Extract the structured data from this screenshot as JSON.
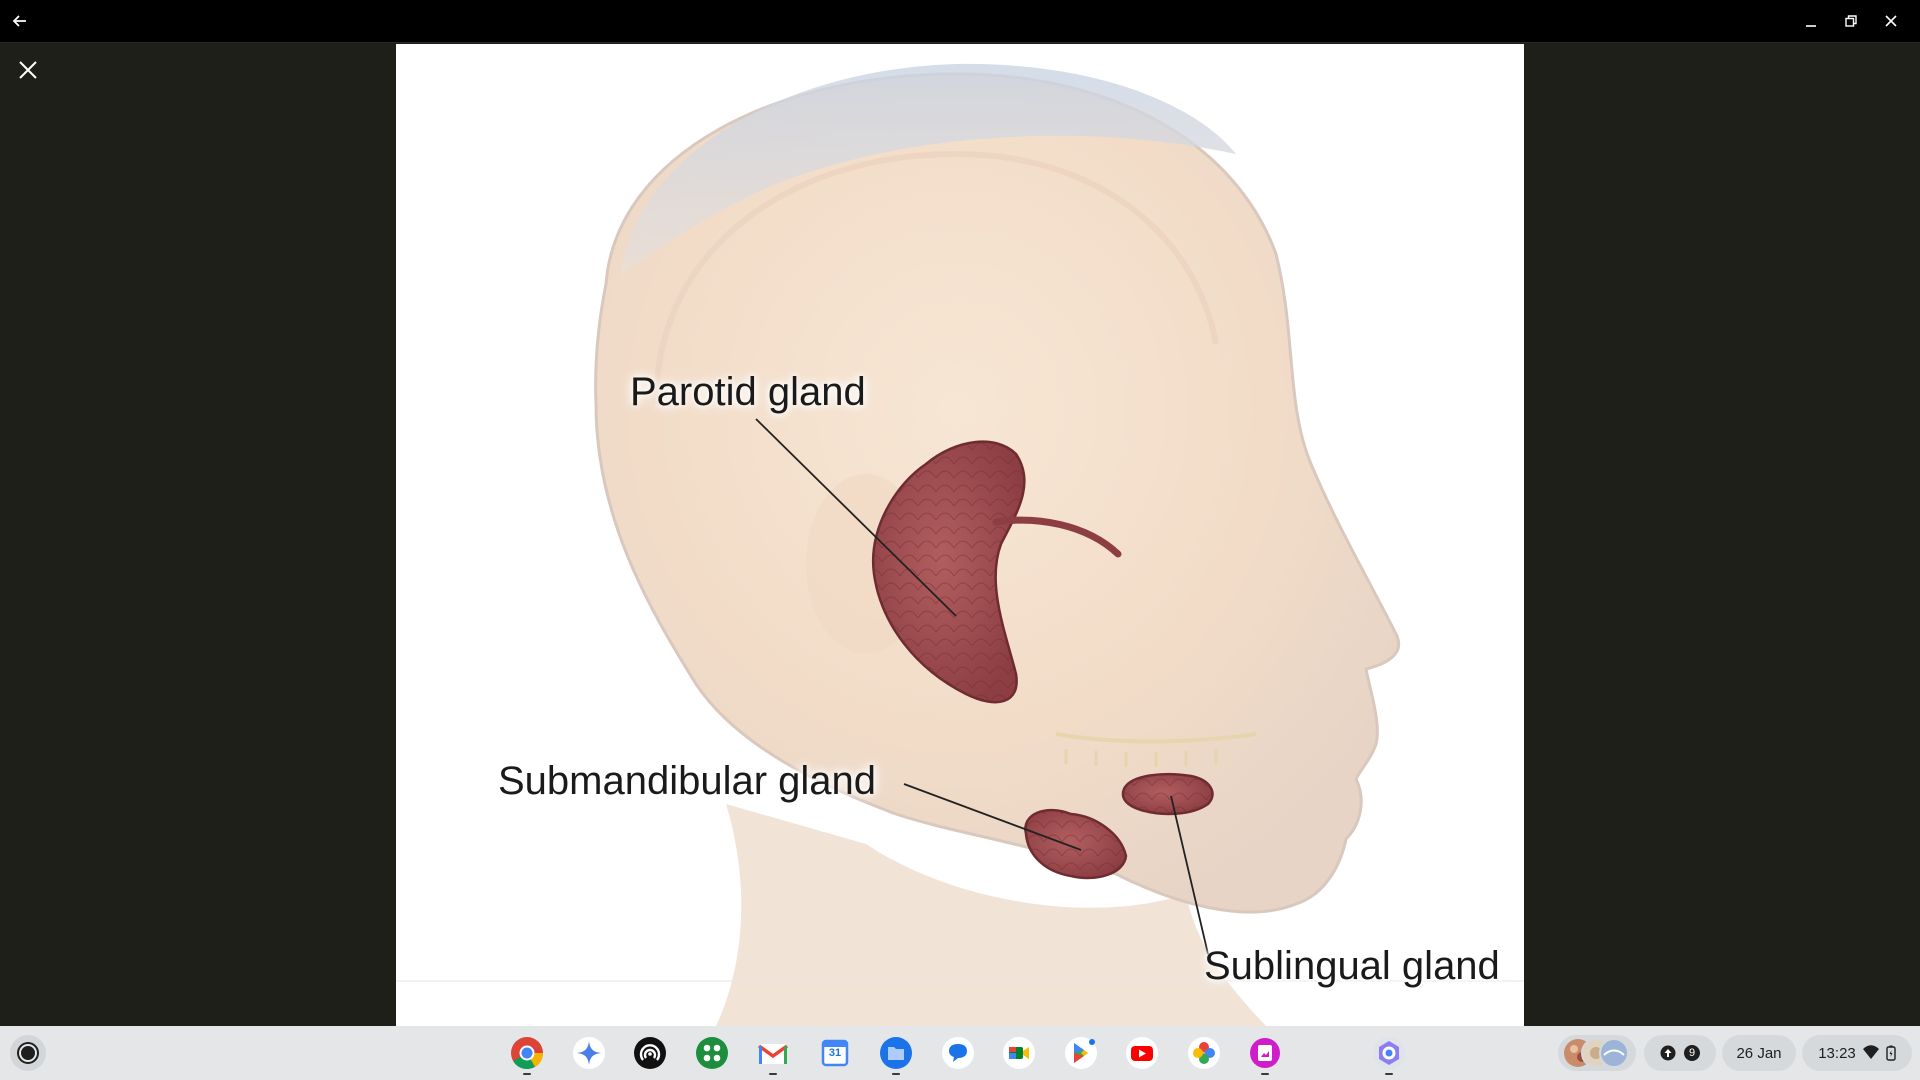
{
  "window": {
    "back_icon": "arrow-left-icon",
    "minimize_icon": "minimize-icon",
    "restore_icon": "restore-icon",
    "close_icon": "close-icon"
  },
  "viewer": {
    "close_icon": "close-icon"
  },
  "diagram": {
    "labels": {
      "parotid": "Parotid gland",
      "submandibular": "Submandibular gland",
      "sublingual": "Sublingual gland"
    },
    "colors": {
      "gland": "#9b4a4d",
      "skin": "#f3e1cf",
      "background": "#ffffff"
    }
  },
  "shelf": {
    "apps": [
      {
        "name": "chrome-icon",
        "running": true
      },
      {
        "name": "gemini-icon",
        "running": false
      },
      {
        "name": "podcasts-icon",
        "running": false
      },
      {
        "name": "app-grid-icon",
        "running": false
      },
      {
        "name": "gmail-icon",
        "running": true
      },
      {
        "name": "calendar-icon",
        "running": false
      },
      {
        "name": "files-icon",
        "running": true
      },
      {
        "name": "chat-icon",
        "running": false
      },
      {
        "name": "meet-icon",
        "running": false
      },
      {
        "name": "play-store-icon",
        "running": false
      },
      {
        "name": "youtube-icon",
        "running": false
      },
      {
        "name": "photos-icon",
        "running": false
      },
      {
        "name": "gallery-icon",
        "running": true
      },
      {
        "name": "camera-app-icon",
        "running": true
      }
    ],
    "calendar_day": "31",
    "notification_count": "9",
    "date": "26 Jan",
    "time": "13:23"
  }
}
